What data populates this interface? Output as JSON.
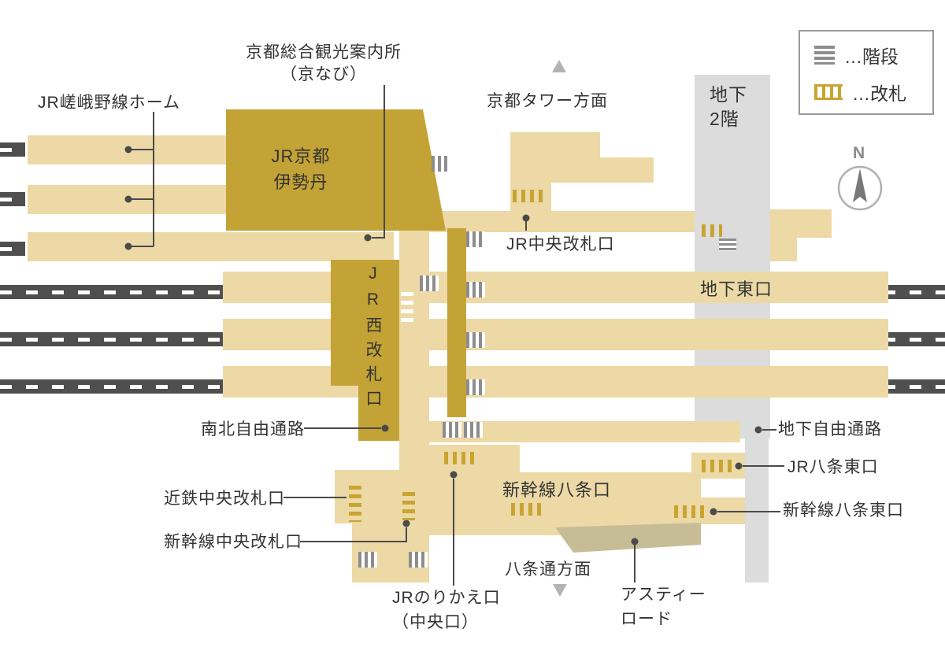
{
  "colors": {
    "building_gold": "#c3a336",
    "floor_tan": "#ecd9a6",
    "track_gray": "#4f4f4f",
    "underground_gray": "#dcdcdc",
    "asty_khaki": "#c6bd96",
    "gate_gold": "#c9a431",
    "stairs_gray": "#8d8d8d",
    "text": "#333333"
  },
  "legend": {
    "stairs_label": "…階段",
    "gate_label": "…改札"
  },
  "compass": {
    "north_label": "N"
  },
  "labels": {
    "sagano_platforms": "JR嵯峨野線ホーム",
    "info_center_line1": "京都総合観光案内所",
    "info_center_line2": "（京なび）",
    "kyoto_tower": "京都タワー方面",
    "basement_line1": "地下",
    "basement_line2": "2階",
    "isetan_line1": "JR京都",
    "isetan_line2": "伊勢丹",
    "jr_central_gate": "JR中央改札口",
    "underground_east_exit": "地下東口",
    "jr_west_gate": "JR西改札口",
    "north_south_passage": "南北自由通路",
    "underground_passage": "地下自由通路",
    "jr_hachijo_east_exit": "JR八条東口",
    "shinkansen_hachijo_east_exit": "新幹線八条東口",
    "kintetsu_central_gate": "近鉄中央改札口",
    "shinkansen_central_gate": "新幹線中央改札口",
    "shinkansen_hachijo_exit": "新幹線八条口",
    "jr_transfer_gate_line1": "JRのりかえ口",
    "jr_transfer_gate_line2": "（中央口）",
    "hachijo_street": "八条通方面",
    "asty_road_line1": "アスティー",
    "asty_road_line2": "ロード"
  }
}
